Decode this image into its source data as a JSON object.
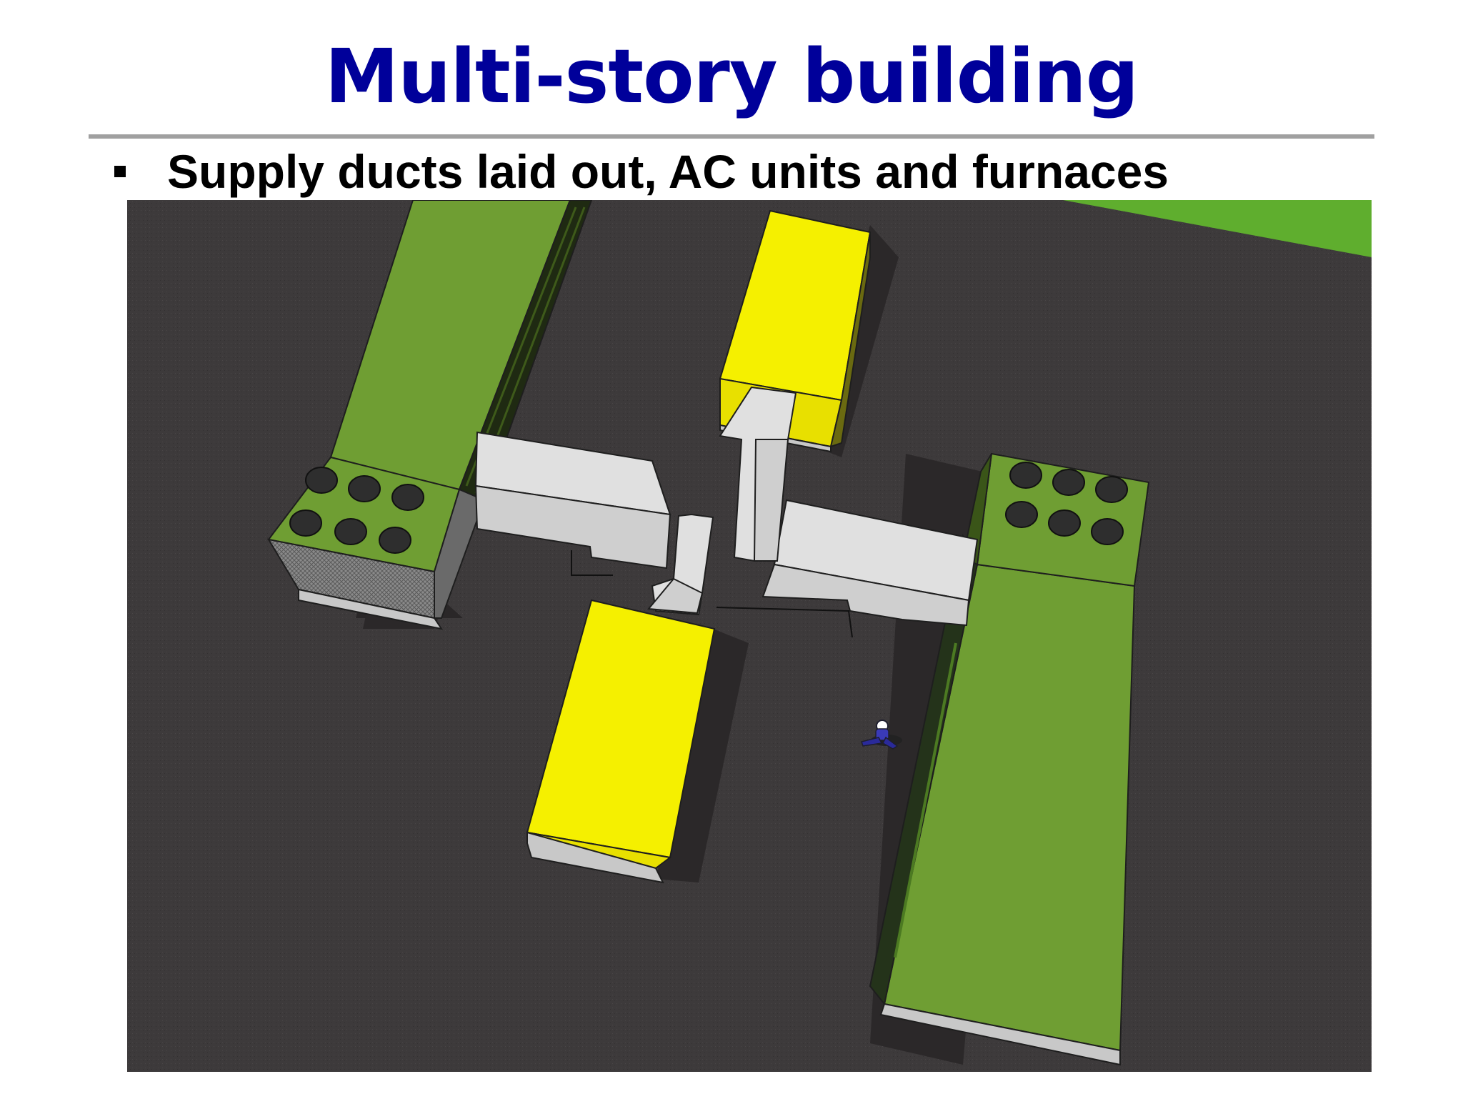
{
  "slide": {
    "title": "Multi-story building",
    "bullet": "Supply ducts laid out, AC units and furnaces"
  },
  "colors": {
    "title": "#00009a",
    "rule": "#a0a0a0",
    "ground": "#3d3a3b",
    "grass": "#5fae2e",
    "ac_unit_top": "#6f9e33",
    "furnace_top": "#f5f000",
    "duct": "#dcdcdc",
    "figure": "#3a3ab8"
  },
  "scene": {
    "objects": [
      "ac-unit-left",
      "ac-unit-right",
      "furnace-top",
      "furnace-bottom",
      "supply-ducts",
      "person-figure"
    ]
  }
}
